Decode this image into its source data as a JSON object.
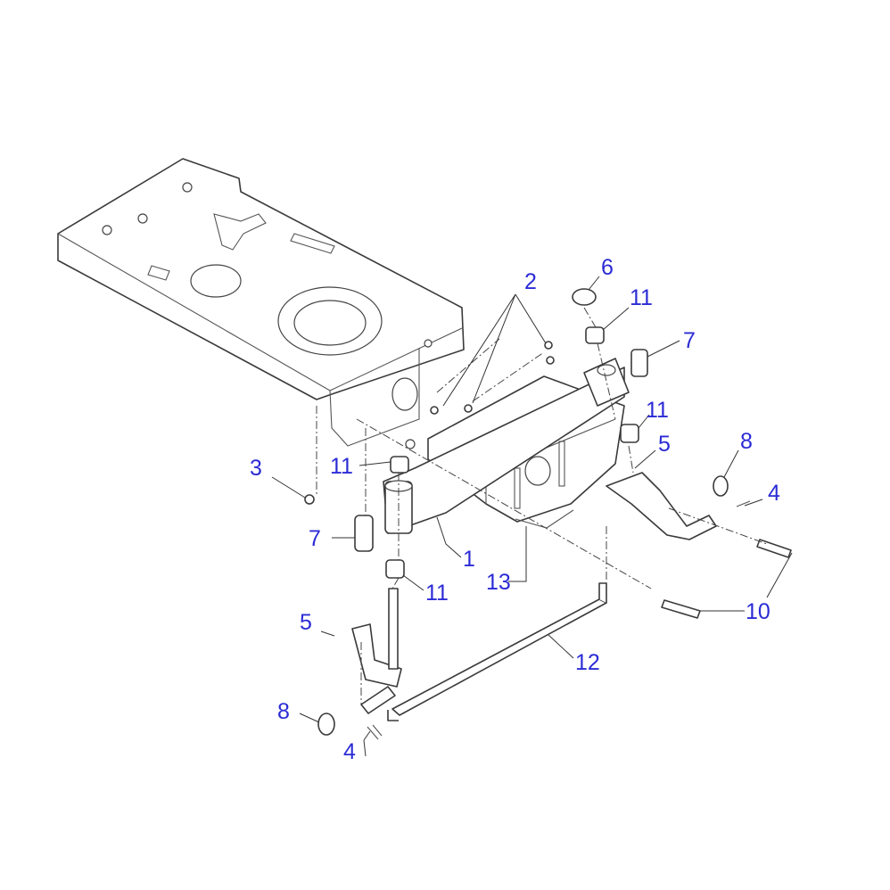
{
  "diagram": {
    "type": "exploded-parts-diagram",
    "label_color": "#2b2bd6",
    "line_color": "#3a3a3a",
    "callouts": [
      "2",
      "6",
      "11",
      "7",
      "11",
      "5",
      "8",
      "4",
      "11",
      "3",
      "7",
      "1",
      "13",
      "11",
      "10",
      "5",
      "12",
      "8",
      "4"
    ]
  }
}
